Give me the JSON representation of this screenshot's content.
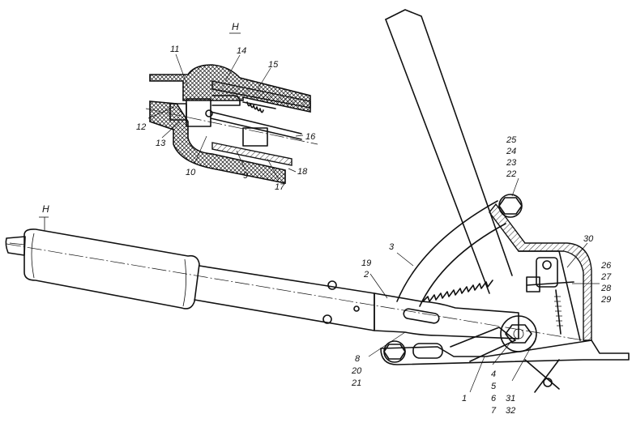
{
  "diagram": {
    "type": "technical-drawing",
    "detail_view_label": "Н",
    "section_mark_label": "Н",
    "part_labels": {
      "p1": "1",
      "p2": "2",
      "p3": "3",
      "p4": "4",
      "p5": "5",
      "p6": "6",
      "p7": "7",
      "p8": "8",
      "p9": "9",
      "p10": "10",
      "p11": "11",
      "p12": "12",
      "p13": "13",
      "p14": "14",
      "p15": "15",
      "p16": "16",
      "p17": "17",
      "p18": "18",
      "p19": "19",
      "p20": "20",
      "p21": "21",
      "p22": "22",
      "p23": "23",
      "p24": "24",
      "p25": "25",
      "p26": "26",
      "p27": "27",
      "p28": "28",
      "p29": "29",
      "p30": "30",
      "p31": "31",
      "p32": "32"
    }
  }
}
